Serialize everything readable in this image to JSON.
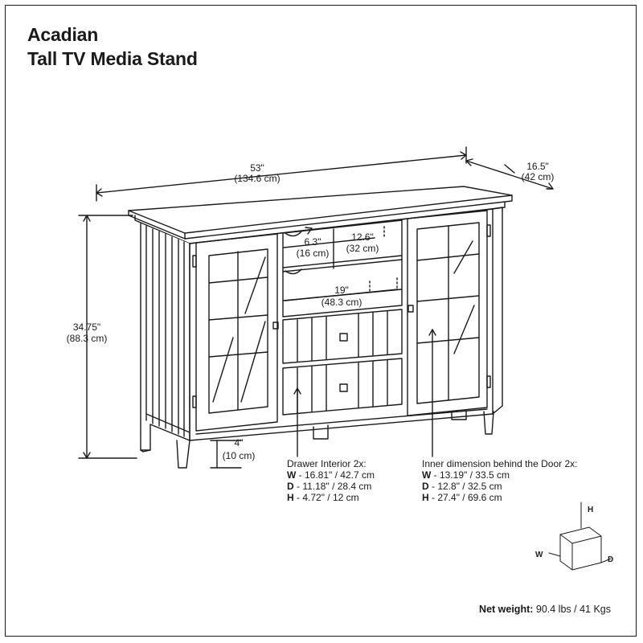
{
  "title": {
    "line1": "Acadian",
    "line2": "Tall TV Media Stand"
  },
  "dimensions": {
    "width": {
      "imperial": "53\"",
      "metric": "(134.6 cm)"
    },
    "depth": {
      "imperial": "16.5\"",
      "metric": "(42 cm)"
    },
    "height": {
      "imperial": "34.75\"",
      "metric": "(88.3 cm)"
    },
    "legs": {
      "imperial": "4\"",
      "metric": "(10 cm)"
    },
    "shelf_opening": {
      "imperial": "12.6\"",
      "metric": "(32 cm)"
    },
    "shelf_height": {
      "imperial": "6.3\"",
      "metric": "(16 cm)"
    },
    "shelf_depth": {
      "imperial": "19\"",
      "metric": "(48.3 cm)"
    }
  },
  "drawer_interior": {
    "heading": "Drawer Interior 2x:",
    "rows": [
      {
        "key": "W",
        "value": " - 16.81\" / 42.7 cm"
      },
      {
        "key": "D",
        "value": " - 11.18\" / 28.4 cm"
      },
      {
        "key": "H",
        "value": " - 4.72\" / 12 cm"
      }
    ]
  },
  "door_interior": {
    "heading": "Inner dimension behind the Door 2x:",
    "rows": [
      {
        "key": "W",
        "value": " - 13.19\" / 33.5 cm"
      },
      {
        "key": "D",
        "value": " - 12.8\" / 32.5 cm"
      },
      {
        "key": "H",
        "value": " - 27.4\" / 69.6 cm"
      }
    ]
  },
  "axis_key": {
    "h": "H",
    "w": "W",
    "d": "D"
  },
  "net_weight": {
    "label": "Net weight:",
    "value": " 90.4 lbs / 41 Kgs"
  },
  "colors": {
    "line": "#1a1a1a",
    "background": "#ffffff"
  }
}
